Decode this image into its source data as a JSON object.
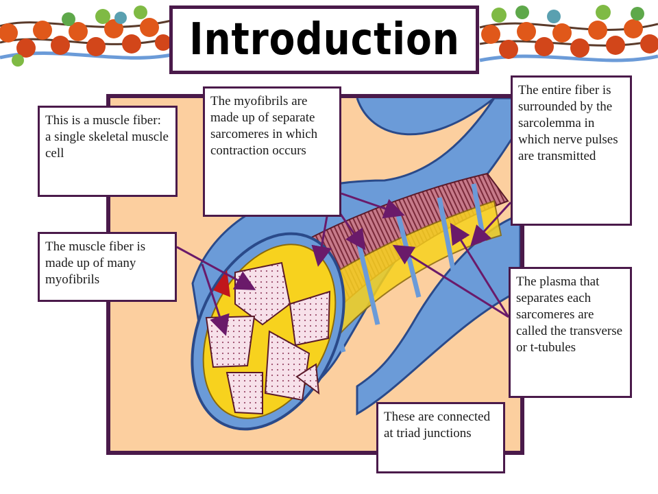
{
  "title": "Introduction",
  "labels": {
    "muscle_fiber": "This is a muscle fiber: a single skeletal muscle cell",
    "myofibrils_sarcomeres": "The myofibrils are made up of separate sarcomeres in which contraction occurs",
    "sarcolemma": "The entire fiber is surrounded by the sarcolemma in which nerve pulses are transmitted",
    "myofibrils": "The muscle fiber is made up of many myofibrils",
    "t_tubules": "The plasma that separates each sarcomeres are called the transverse or  t-tubules",
    "triad": "These are connected at triad junctions"
  },
  "colors": {
    "frame": "#4a1a4a",
    "diagram_background": "#fccf9f",
    "sarcolemma_blue": "#6b9bd8",
    "myofibril_pink": "#f7e1ea",
    "sarcoplasmic_reticulum_yellow": "#f7d21e",
    "arrow": "#6a1a6a"
  }
}
